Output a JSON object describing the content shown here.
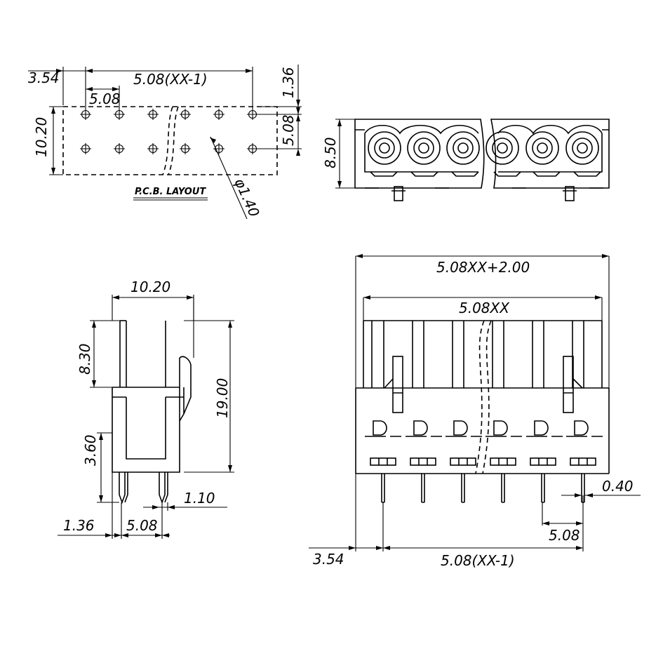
{
  "pcb_layout": {
    "title": "P.C.B. LAYOUT",
    "dim_offset": "3.54",
    "dim_span": "5.08(XX-1)",
    "dim_pitch": "5.08",
    "dim_top_offset": "1.36",
    "dim_row_pitch": "5.08",
    "dim_height": "10.20",
    "dim_hole": "φ1.40"
  },
  "top_view": {
    "dim_height": "8.50"
  },
  "side_view": {
    "dim_width": "10.20",
    "dim_upper": "8.30",
    "dim_total": "19.00",
    "dim_lower": "3.60",
    "dim_pin_width": "1.10",
    "dim_edge": "1.36",
    "dim_pin_pitch": "5.08"
  },
  "front_view": {
    "dim_total": "5.08XX+2.00",
    "dim_body": "5.08XX",
    "dim_pin": "0.40",
    "dim_pitch": "5.08",
    "dim_offset": "3.54",
    "dim_span": "5.08(XX-1)"
  }
}
